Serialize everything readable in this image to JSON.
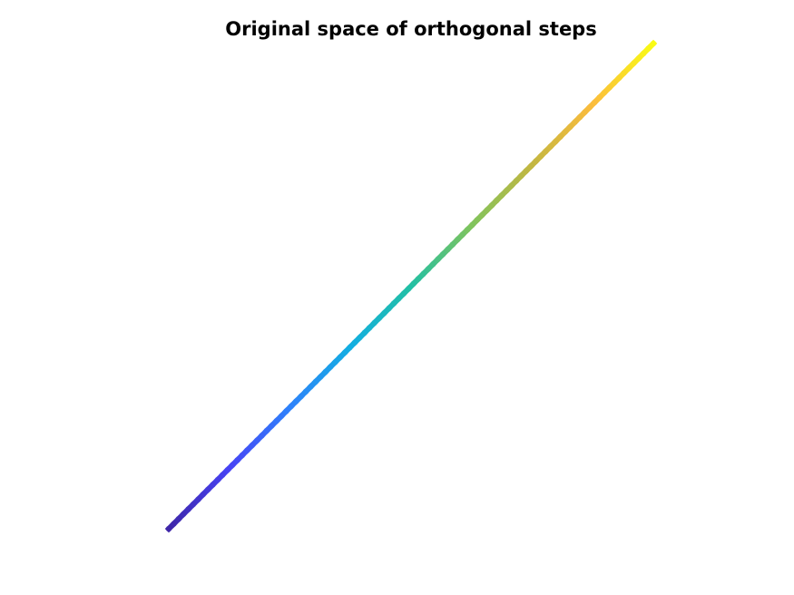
{
  "chart_data": {
    "type": "scatter",
    "title": "Original space of orthogonal steps",
    "xlabel": "",
    "ylabel": "",
    "axes_visible": false,
    "grid": false,
    "x": [
      0,
      1
    ],
    "y": [
      0,
      1
    ],
    "point_count": 100,
    "colormap": "parula",
    "colormap_stops": [
      "#3e26a8",
      "#4743f5",
      "#2f82fb",
      "#13aee2",
      "#22c0a4",
      "#80c45d",
      "#c3b741",
      "#fbbc3d",
      "#f9fb15"
    ]
  }
}
